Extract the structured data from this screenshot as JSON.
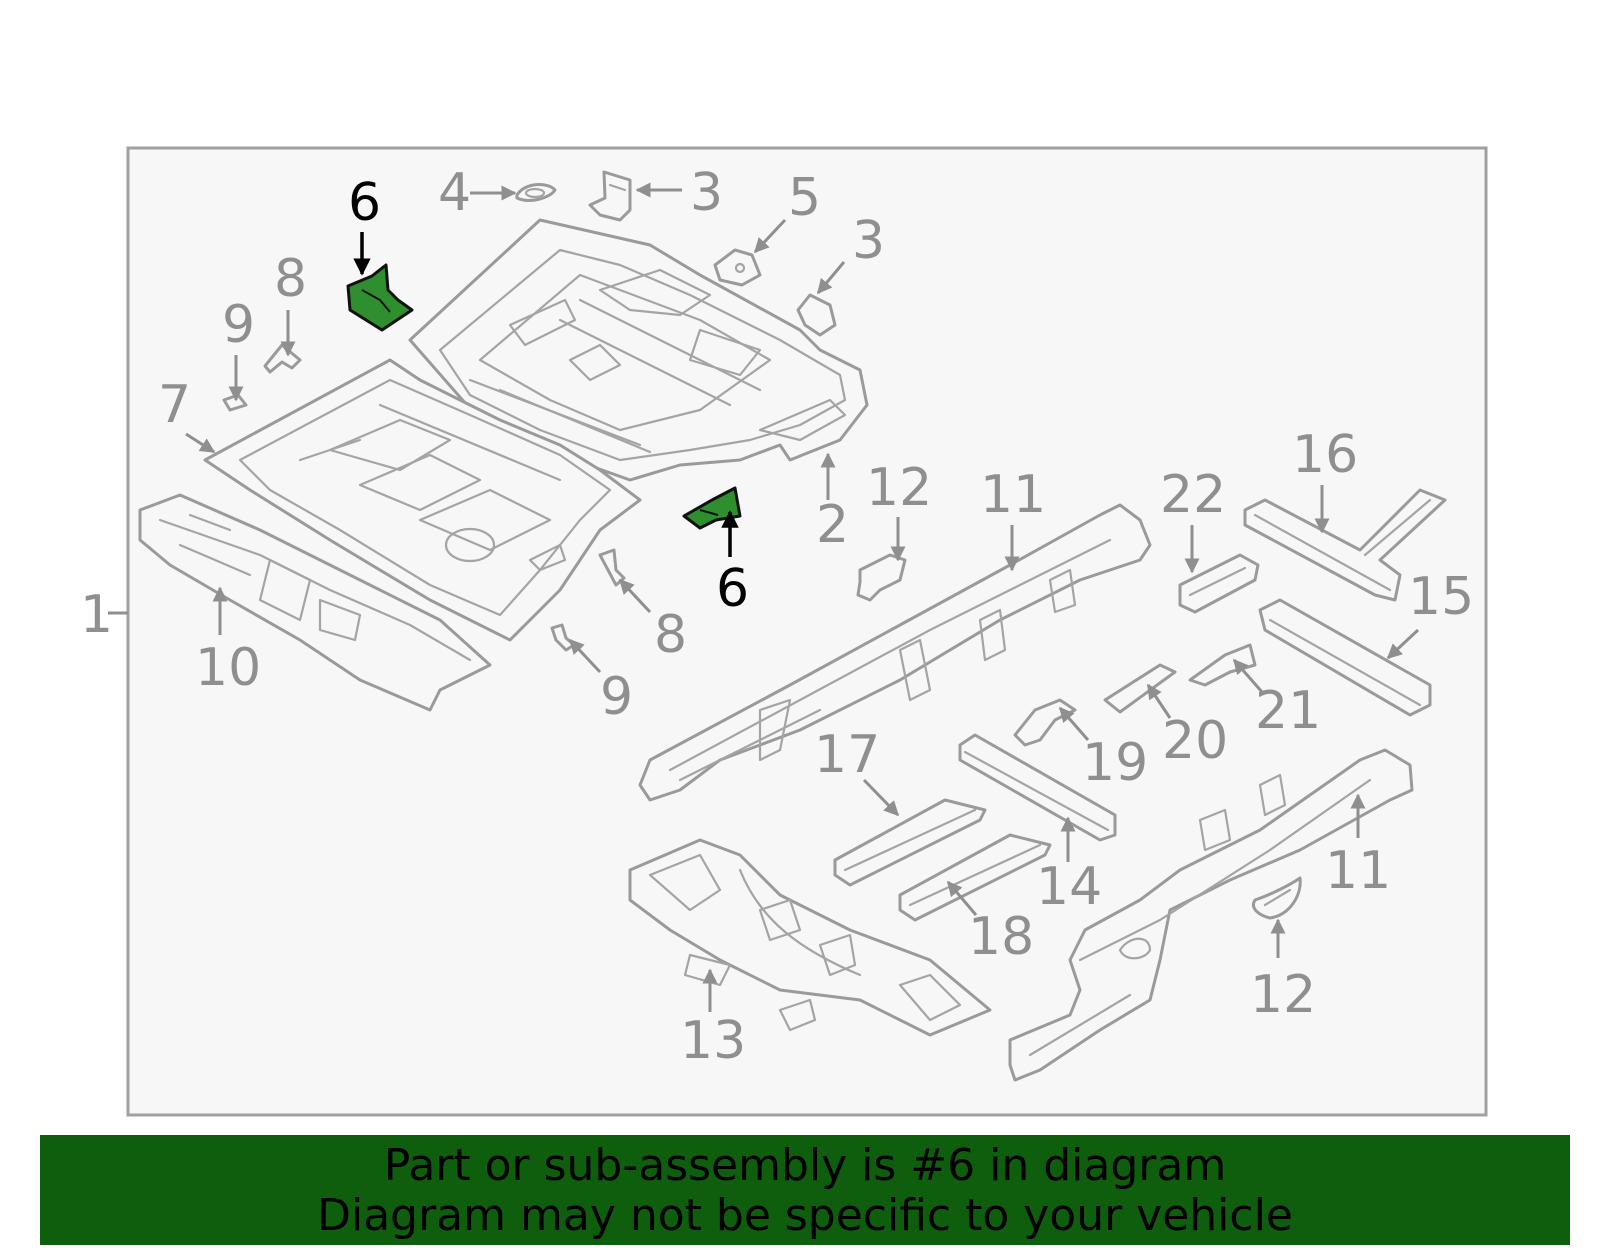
{
  "diagram": {
    "highlighted_part": "6",
    "labels": [
      "1",
      "2",
      "3",
      "3",
      "4",
      "5",
      "6",
      "6",
      "7",
      "8",
      "8",
      "9",
      "9",
      "10",
      "11",
      "11",
      "12",
      "12",
      "13",
      "14",
      "15",
      "16",
      "17",
      "18",
      "19",
      "20",
      "21",
      "22"
    ]
  },
  "banner": {
    "line1": "Part or sub-assembly is #6 in diagram",
    "line2": "Diagram may not be specific to your vehicle"
  },
  "colors": {
    "highlight": "#2f8f2f",
    "banner": "#0e5e0e",
    "frame": "#a0a0a0"
  }
}
